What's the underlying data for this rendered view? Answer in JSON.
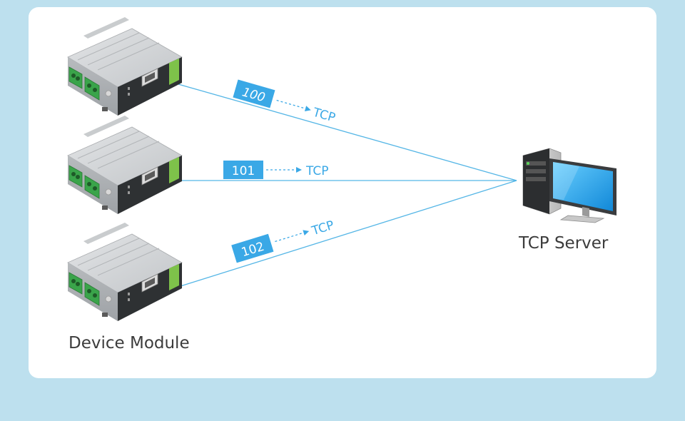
{
  "diagram": {
    "devices_caption": "Device Module",
    "server_caption": "TCP Server",
    "connections": [
      {
        "id": "100",
        "protocol": "TCP"
      },
      {
        "id": "101",
        "protocol": "TCP"
      },
      {
        "id": "102",
        "protocol": "TCP"
      }
    ]
  },
  "colors": {
    "background": "#bde0ee",
    "card": "#ffffff",
    "line": "#55b6e6",
    "label_box": "#3aa8e6",
    "label_text": "#ffffff",
    "device_body": "#cfd2d4",
    "terminal_green": "#3aa44a",
    "monitor_screen": "#1da0e8"
  },
  "icons": [
    "din-rail-device-icon",
    "desktop-computer-icon"
  ]
}
